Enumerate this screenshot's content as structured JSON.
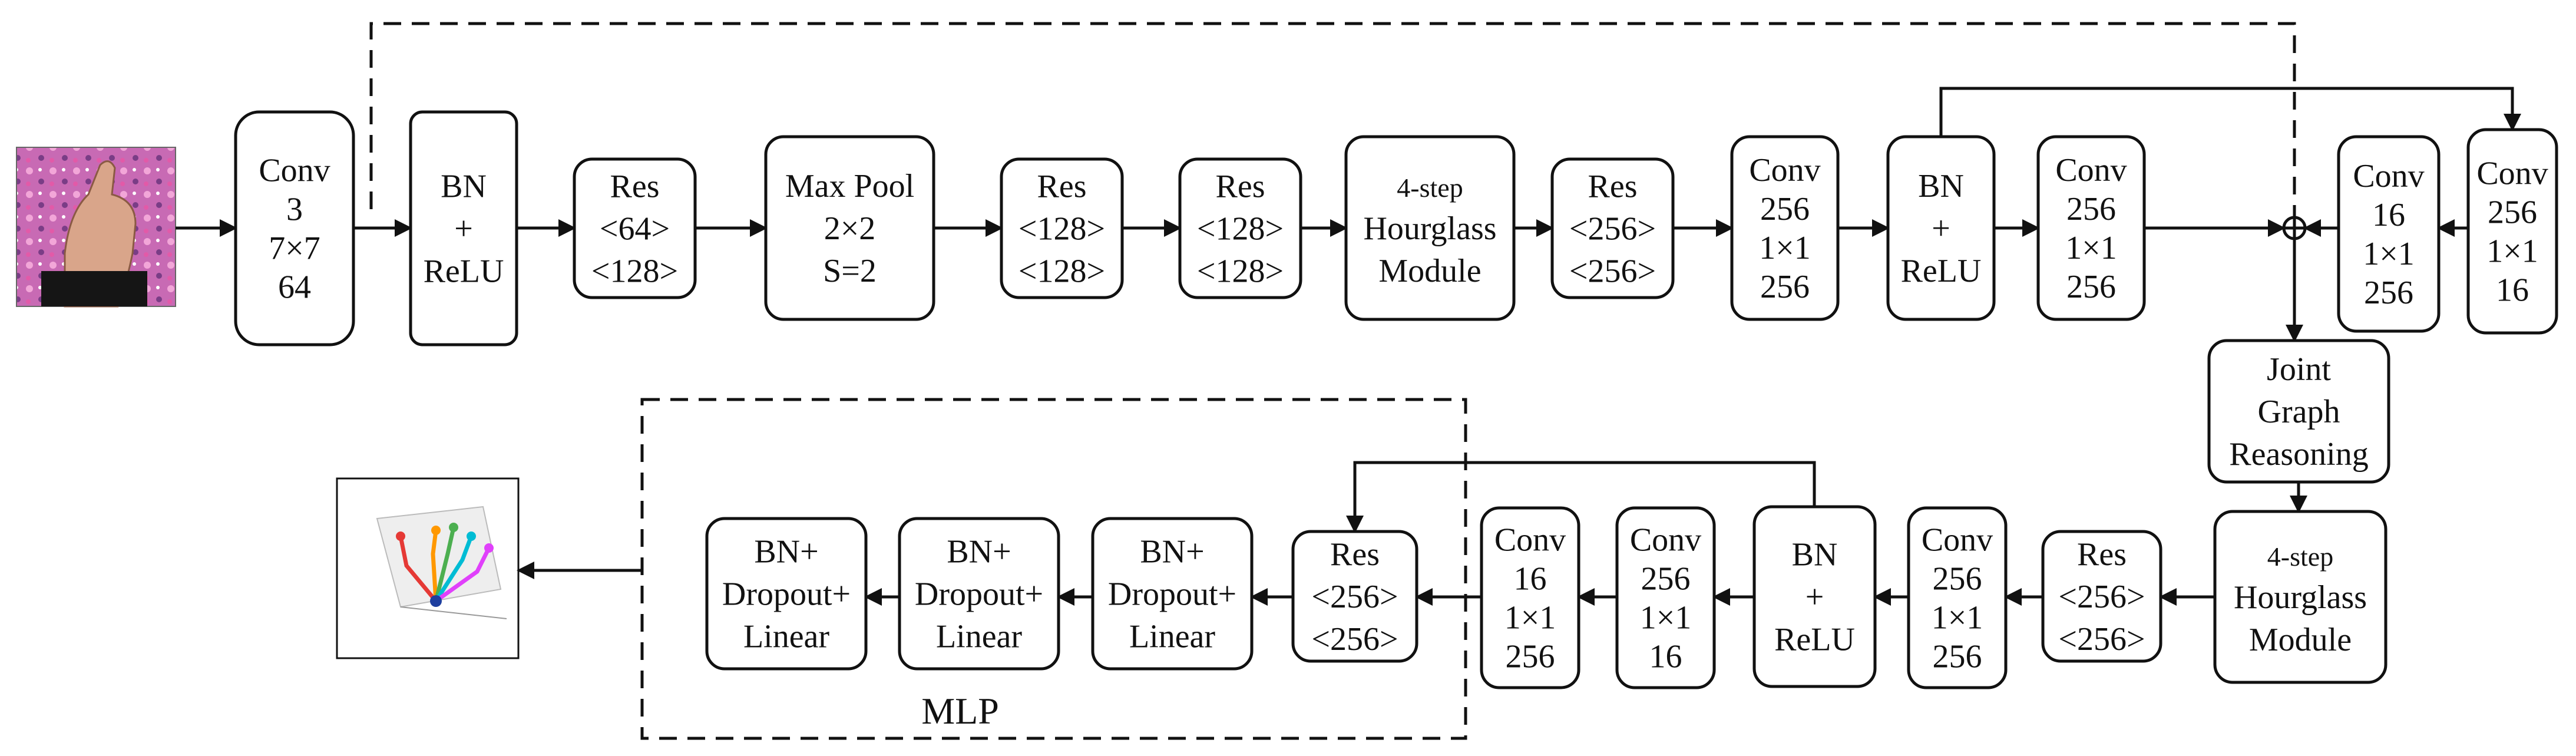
{
  "top_row": [
    {
      "id": "conv1",
      "lines": [
        "Conv",
        "3",
        "7×7",
        "64"
      ]
    },
    {
      "id": "bnrelu1",
      "lines": [
        "BN",
        "+",
        "ReLU"
      ]
    },
    {
      "id": "res1",
      "lines": [
        "Res",
        "<64>",
        "<128>"
      ]
    },
    {
      "id": "maxpool",
      "lines": [
        "Max Pool",
        "2×2",
        "S=2"
      ]
    },
    {
      "id": "res2",
      "lines": [
        "Res",
        "<128>",
        "<128>"
      ]
    },
    {
      "id": "res3",
      "lines": [
        "Res",
        "<128>",
        "<128>"
      ]
    },
    {
      "id": "hourglass1",
      "lines": [
        "4-step",
        "Hourglass",
        "Module"
      ]
    },
    {
      "id": "res4",
      "lines": [
        "Res",
        "<256>",
        "<256>"
      ]
    },
    {
      "id": "conv2",
      "lines": [
        "Conv",
        "256",
        "1×1",
        "256"
      ]
    },
    {
      "id": "bnrelu2",
      "lines": [
        "BN",
        "+",
        "ReLU"
      ]
    },
    {
      "id": "conv3",
      "lines": [
        "Conv",
        "256",
        "1×1",
        "256"
      ]
    },
    {
      "id": "conv4",
      "lines": [
        "Conv",
        "16",
        "1×1",
        "256"
      ]
    },
    {
      "id": "conv5",
      "lines": [
        "Conv",
        "256",
        "1×1",
        "16"
      ]
    }
  ],
  "middle": {
    "id": "jgr",
    "lines": [
      "Joint",
      "Graph",
      "Reasoning"
    ]
  },
  "bottom_row": [
    {
      "id": "hourglass2",
      "lines": [
        "4-step",
        "Hourglass",
        "Module"
      ]
    },
    {
      "id": "res5",
      "lines": [
        "Res",
        "<256>",
        "<256>"
      ]
    },
    {
      "id": "conv6",
      "lines": [
        "Conv",
        "256",
        "1×1",
        "256"
      ]
    },
    {
      "id": "bnrelu3",
      "lines": [
        "BN",
        "+",
        "ReLU"
      ]
    },
    {
      "id": "conv7",
      "lines": [
        "Conv",
        "256",
        "1×1",
        "16"
      ]
    },
    {
      "id": "conv8",
      "lines": [
        "Conv",
        "16",
        "1×1",
        "256"
      ]
    },
    {
      "id": "res6",
      "lines": [
        "Res",
        "<256>",
        "<256>"
      ]
    },
    {
      "id": "mlp1",
      "lines": [
        "BN+",
        "Dropout+",
        "Linear"
      ]
    },
    {
      "id": "mlp2",
      "lines": [
        "BN+",
        "Dropout+",
        "Linear"
      ]
    },
    {
      "id": "mlp3",
      "lines": [
        "BN+",
        "Dropout+",
        "Linear"
      ]
    }
  ],
  "mlp_label": "MLP",
  "colors": {
    "stroke": "#111111",
    "background": "#ffffff"
  }
}
